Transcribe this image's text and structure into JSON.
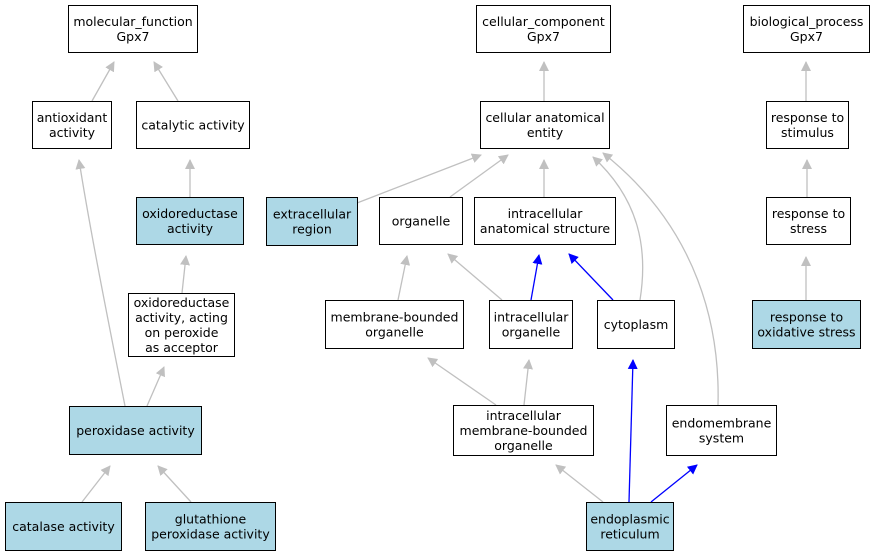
{
  "colors": {
    "plain": "#ffffff",
    "highlight": "#add8e6",
    "edge_gray": "#c0c0c0",
    "edge_blue": "#0000ff"
  },
  "nodes": [
    {
      "id": "molecular_function",
      "lines": [
        "molecular_function",
        "Gpx7"
      ],
      "highlight": false
    },
    {
      "id": "antioxidant",
      "lines": [
        "antioxidant",
        "activity"
      ],
      "highlight": false
    },
    {
      "id": "catalytic",
      "lines": [
        "catalytic activity"
      ],
      "highlight": false
    },
    {
      "id": "oxidoreductase",
      "lines": [
        "oxidoreductase",
        "activity"
      ],
      "highlight": true
    },
    {
      "id": "oxido_peroxide",
      "lines": [
        "oxidoreductase",
        "activity, acting",
        "on peroxide",
        "as acceptor"
      ],
      "highlight": false
    },
    {
      "id": "peroxidase",
      "lines": [
        "peroxidase activity"
      ],
      "highlight": true
    },
    {
      "id": "catalase",
      "lines": [
        "catalase activity"
      ],
      "highlight": true
    },
    {
      "id": "glutathione",
      "lines": [
        "glutathione",
        "peroxidase activity"
      ],
      "highlight": true
    },
    {
      "id": "cellular_component",
      "lines": [
        "cellular_component",
        "Gpx7"
      ],
      "highlight": false
    },
    {
      "id": "cellular_anatomical",
      "lines": [
        "cellular anatomical",
        "entity"
      ],
      "highlight": false
    },
    {
      "id": "extracellular",
      "lines": [
        "extracellular",
        "region"
      ],
      "highlight": true
    },
    {
      "id": "organelle",
      "lines": [
        "organelle"
      ],
      "highlight": false
    },
    {
      "id": "intracellular_structure",
      "lines": [
        "intracellular",
        "anatomical structure"
      ],
      "highlight": false
    },
    {
      "id": "membrane_bounded",
      "lines": [
        "membrane-bounded",
        "organelle"
      ],
      "highlight": false
    },
    {
      "id": "intracellular_organelle",
      "lines": [
        "intracellular",
        "organelle"
      ],
      "highlight": false
    },
    {
      "id": "cytoplasm",
      "lines": [
        "cytoplasm"
      ],
      "highlight": false
    },
    {
      "id": "intra_membrane_bounded",
      "lines": [
        "intracellular",
        "membrane-bounded",
        "organelle"
      ],
      "highlight": false
    },
    {
      "id": "endomembrane",
      "lines": [
        "endomembrane",
        "system"
      ],
      "highlight": false
    },
    {
      "id": "er",
      "lines": [
        "endoplasmic",
        "reticulum"
      ],
      "highlight": true
    },
    {
      "id": "biological_process",
      "lines": [
        "biological_process",
        "Gpx7"
      ],
      "highlight": false
    },
    {
      "id": "response_stimulus",
      "lines": [
        "response to",
        "stimulus"
      ],
      "highlight": false
    },
    {
      "id": "response_stress",
      "lines": [
        "response to",
        "stress"
      ],
      "highlight": false
    },
    {
      "id": "response_oxidative",
      "lines": [
        "response to",
        "oxidative stress"
      ],
      "highlight": true
    }
  ],
  "edges": [
    {
      "from": "antioxidant",
      "to": "molecular_function",
      "color": "gray"
    },
    {
      "from": "catalytic",
      "to": "molecular_function",
      "color": "gray"
    },
    {
      "from": "oxidoreductase",
      "to": "catalytic",
      "color": "gray"
    },
    {
      "from": "oxido_peroxide",
      "to": "oxidoreductase",
      "color": "gray"
    },
    {
      "from": "peroxidase",
      "to": "oxido_peroxide",
      "color": "gray"
    },
    {
      "from": "peroxidase",
      "to": "antioxidant",
      "color": "gray"
    },
    {
      "from": "catalase",
      "to": "peroxidase",
      "color": "gray"
    },
    {
      "from": "glutathione",
      "to": "peroxidase",
      "color": "gray"
    },
    {
      "from": "cellular_anatomical",
      "to": "cellular_component",
      "color": "gray"
    },
    {
      "from": "extracellular",
      "to": "cellular_anatomical",
      "color": "gray"
    },
    {
      "from": "organelle",
      "to": "cellular_anatomical",
      "color": "gray"
    },
    {
      "from": "intracellular_structure",
      "to": "cellular_anatomical",
      "color": "gray"
    },
    {
      "from": "cytoplasm",
      "to": "cellular_anatomical",
      "color": "gray"
    },
    {
      "from": "endomembrane",
      "to": "cellular_anatomical",
      "color": "gray"
    },
    {
      "from": "membrane_bounded",
      "to": "organelle",
      "color": "gray"
    },
    {
      "from": "intracellular_organelle",
      "to": "organelle",
      "color": "gray"
    },
    {
      "from": "intracellular_organelle",
      "to": "intracellular_structure",
      "color": "blue"
    },
    {
      "from": "cytoplasm",
      "to": "intracellular_structure",
      "color": "blue"
    },
    {
      "from": "intra_membrane_bounded",
      "to": "membrane_bounded",
      "color": "gray"
    },
    {
      "from": "intra_membrane_bounded",
      "to": "intracellular_organelle",
      "color": "gray"
    },
    {
      "from": "er",
      "to": "intra_membrane_bounded",
      "color": "gray"
    },
    {
      "from": "er",
      "to": "cytoplasm",
      "color": "blue"
    },
    {
      "from": "er",
      "to": "endomembrane",
      "color": "blue"
    },
    {
      "from": "response_stimulus",
      "to": "biological_process",
      "color": "gray"
    },
    {
      "from": "response_stress",
      "to": "response_stimulus",
      "color": "gray"
    },
    {
      "from": "response_oxidative",
      "to": "response_stress",
      "color": "gray"
    }
  ]
}
